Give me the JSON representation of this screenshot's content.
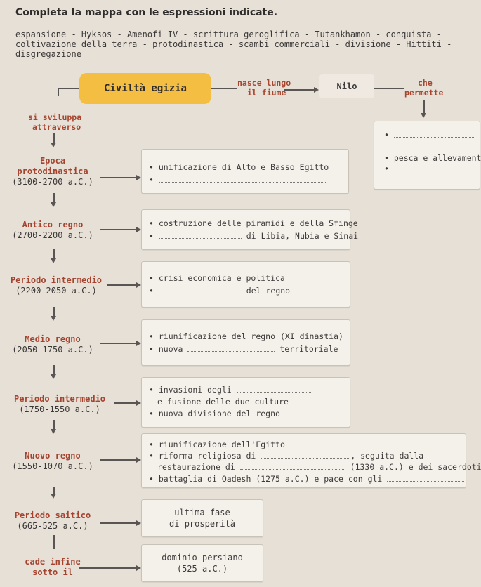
{
  "title": "Completa la mappa con le espressioni indicate.",
  "word_bank": "espansione - Hyksos - Amenofi IV - scrittura geroglifica - Tutankhamon - conquista - coltivazione della terra - protodinastica - scambi commerciali - divisione - Hittiti - disgregazione",
  "header": {
    "civ": "Civiltà egizia",
    "nasce_1": "nasce lungo",
    "nasce_2": "il fiume",
    "nilo": "Nilo",
    "che": "che",
    "permette": "permette",
    "sviluppa_1": "si sviluppa",
    "sviluppa_2": "attraverso"
  },
  "nilo_box": {
    "item2": "pesca e allevamento"
  },
  "periods": [
    {
      "name_1": "Epoca",
      "name_2": "protodinastica",
      "dates": "(3100-2700 a.C.)"
    },
    {
      "name_1": "Antico regno",
      "dates": "(2700-2200 a.C.)"
    },
    {
      "name_1": "Periodo intermedio",
      "dates": "(2200-2050 a.C.)"
    },
    {
      "name_1": "Medio regno",
      "dates": "(2050-1750 a.C.)"
    },
    {
      "name_1": "Periodo intermedio",
      "dates": "(1750-1550 a.C.)"
    },
    {
      "name_1": "Nuovo regno",
      "dates": "(1550-1070 a.C.)"
    },
    {
      "name_1": "Periodo saitico",
      "dates": "(665-525 a.C.)"
    },
    {
      "name_1": "cade infine",
      "name_2": "sotto il"
    }
  ],
  "boxes": {
    "b1": {
      "i1": "unificazione di Alto e Basso Egitto"
    },
    "b2": {
      "i1": "costruzione delle piramidi e della Sfinge",
      "i2": "di Libia, Nubia e Sinai"
    },
    "b3": {
      "i1": "crisi economica e politica",
      "i2": "del regno"
    },
    "b4": {
      "i1": "riunificazione del regno (XI dinastia)",
      "i2a": "nuova",
      "i2b": "territoriale"
    },
    "b5": {
      "i1": "invasioni degli",
      "i1b": "e fusione delle due culture",
      "i2": "nuova divisione del regno"
    },
    "b6": {
      "i1": "riunificazione dell'Egitto",
      "i2a": "riforma religiosa di",
      "i2b": ", seguita dalla",
      "i2c": "restaurazione di",
      "i2d": "(1330 a.C.) e dei sacerdoti",
      "i3": "battaglia di Qadesh (1275 a.C.) e pace con gli"
    },
    "b7": {
      "l1": "ultima fase",
      "l2": "di prosperità"
    },
    "b8": {
      "l1": "dominio persiano",
      "l2": "(525 a.C.)"
    }
  }
}
